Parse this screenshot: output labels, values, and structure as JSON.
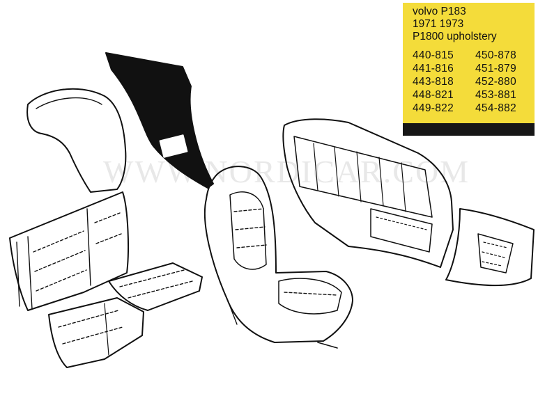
{
  "watermark": "WWW.NORDICAR.COM",
  "info": {
    "accent_color": "#f4dc3a",
    "lines": [
      "volvo P183",
      "1971 1973",
      "P1800 upholstery"
    ],
    "part_numbers_left": [
      "440-815",
      "441-816",
      "443-818",
      "448-821",
      "449-822"
    ],
    "part_numbers_right": [
      "450-878",
      "451-879",
      "452-880",
      "453-881",
      "454-882"
    ]
  },
  "parts": [
    "rear-seat-side-panel",
    "rear-quarter-panel",
    "rear-bench-seat",
    "rear-seat-cushion",
    "front-seat",
    "door-panel",
    "door-armrest-panel"
  ]
}
